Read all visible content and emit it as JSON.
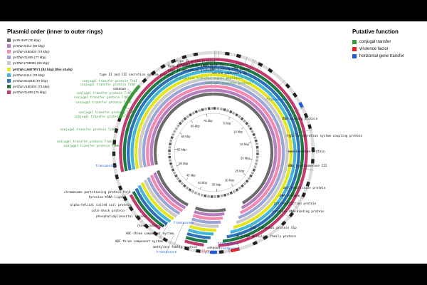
{
  "legend_title": "Plasmid order (inner to outer rings)",
  "function_title": "Putative function",
  "colors": {
    "conjugal": "#3a9b3a",
    "virulence": "#e8202a",
    "hgt": "#1e5bd6",
    "other": "#111111"
  },
  "plasmids": [
    {
      "label": "pVIR-3HP (70 kbp)",
      "color": "#6b6b6b",
      "bold": false
    },
    {
      "label": "pVOW-SH14 (69 kbp)",
      "color": "#b77fc0",
      "bold": false
    },
    {
      "label": "pVOW-V180403 (74 kbp)",
      "color": "#f28ab0",
      "bold": false
    },
    {
      "label": "pVOW-GL605 (77 kbp)",
      "color": "#9aa7d6",
      "bold": false
    },
    {
      "label": "pVOW-1708302 (69 kbp)",
      "color": "#c9c9c9",
      "bold": false
    },
    {
      "label": "pVOW-LU6DTRY1 (83 kbp) (this study)",
      "color": "#e6e61f",
      "bold": true
    },
    {
      "label": "pVOW-SH14 (79 kbp)",
      "color": "#45b5d8",
      "bold": false
    },
    {
      "label": "pVOW-05101B (97 kbp)",
      "color": "#2d73b8",
      "bold": false
    },
    {
      "label": "pVOW-V180403 (73 kbp)",
      "color": "#1f7a45",
      "bold": false
    },
    {
      "label": "pVOW-GL605 (75 kbp)",
      "color": "#c23a6e",
      "bold": false
    }
  ],
  "functions": [
    {
      "label": "conjugal transfer",
      "color": "#3a9b3a"
    },
    {
      "label": "virulence factor",
      "color": "#e8202a"
    },
    {
      "label": "horizontal gene transfer",
      "color": "#1e5bd6"
    }
  ],
  "ticks": [
    "5 kbp",
    "10 kbp",
    "15 kbp",
    "20 kbp",
    "25 kbp",
    "30 kbp",
    "35 kbp",
    "40 kbp",
    "45 kbp",
    "50 kbp",
    "55 kbp",
    "60 kbp",
    "65 kbp",
    "70 kbp"
  ],
  "annotations": {
    "left": [
      {
        "text": "type II and III secretion system protein",
        "color": "#111111"
      },
      {
        "text": "conjugal transfer protein TrbI",
        "color": "#3a9b3a"
      },
      {
        "text": "conjugal transfer protein TrbH",
        "color": "#3a9b3a"
      },
      {
        "text": "unknown",
        "color": "#111111"
      },
      {
        "text": "conjugal transfer protein TrbG",
        "color": "#3a9b3a"
      },
      {
        "text": "conjugal transfer protein TrbF",
        "color": "#3a9b3a"
      },
      {
        "text": "conjugal transfer protein TrbE",
        "color": "#3a9b3a"
      },
      {
        "text": "conjugal transfer protein TrbD",
        "color": "#3a9b3a"
      },
      {
        "text": "conjugal transfer protein TrbC",
        "color": "#3a9b3a"
      },
      {
        "text": "conjugal transfer protein TrbB",
        "color": "#3a9b3a"
      },
      {
        "text": "conjugal transfer protein TraG",
        "color": "#3a9b3a"
      },
      {
        "text": "conjugal transfer protein TrbK",
        "color": "#3a9b3a"
      },
      {
        "text": "transposase",
        "color": "#1e5bd6"
      },
      {
        "text": "chromosome partitioning protein ParA",
        "color": "#111111"
      },
      {
        "text": "tyrosine-tRNA ligase",
        "color": "#111111"
      },
      {
        "text": "alpha-helical coiled coil protein",
        "color": "#111111"
      },
      {
        "text": "cold-shock protein",
        "color": "#111111"
      },
      {
        "text": "phosphatidylinositol kinase",
        "color": "#111111"
      },
      {
        "text": "recombinase RecF",
        "color": "#111111"
      },
      {
        "text": "ABC-three component system",
        "color": "#111111"
      },
      {
        "text": "ABC-three component system",
        "color": "#111111"
      }
    ],
    "top": [
      {
        "text": "type IV pilin protein",
        "color": "#111111"
      },
      {
        "text": "type II secretion protein F",
        "color": "#111111"
      },
      {
        "text": "type II secretion protein",
        "color": "#111111"
      },
      {
        "text": "IPR000831 Hok/gef cell toxic protein",
        "color": "#111111"
      },
      {
        "text": "DNA-binding HTH domain",
        "color": "#111111"
      },
      {
        "text": "serine peptidase S1",
        "color": "#111111"
      },
      {
        "text": "conjugative transfer signal peptidase TraF",
        "color": "#3a9b3a"
      },
      {
        "text": "conjugal transfer protein",
        "color": "#3a9b3a"
      }
    ],
    "right": [
      {
        "text": "transposase",
        "color": "#1e5bd6"
      },
      {
        "text": "DNA-binding protein",
        "color": "#111111"
      },
      {
        "text": "type IV secretion system-coupling protein",
        "color": "#111111"
      },
      {
        "text": "mobilization protein",
        "color": "#111111"
      },
      {
        "text": "DNA topoisomerase III",
        "color": "#111111"
      },
      {
        "text": "antirestriction protein",
        "color": "#111111"
      },
      {
        "text": "DNA primase",
        "color": "#111111"
      },
      {
        "text": "antirestriction protein",
        "color": "#111111"
      },
      {
        "text": "putative DNA-binding protein",
        "color": "#111111"
      },
      {
        "text": "SSU ribosomal protein S1p",
        "color": "#111111"
      },
      {
        "text": "N-6 DNA methylase family protein",
        "color": "#111111"
      }
    ],
    "bottom": [
      {
        "text": "transposase",
        "color": "#1e5bd6"
      },
      {
        "text": "unknown",
        "color": "#111111"
      },
      {
        "text": "transposase",
        "color": "#1e5bd6"
      },
      {
        "text": "FlrA",
        "color": "#e8202a"
      },
      {
        "text": "methylase family protein",
        "color": "#111111"
      },
      {
        "text": "transposase",
        "color": "#1e5bd6"
      },
      {
        "text": "transposase",
        "color": "#1e5bd6"
      }
    ]
  }
}
